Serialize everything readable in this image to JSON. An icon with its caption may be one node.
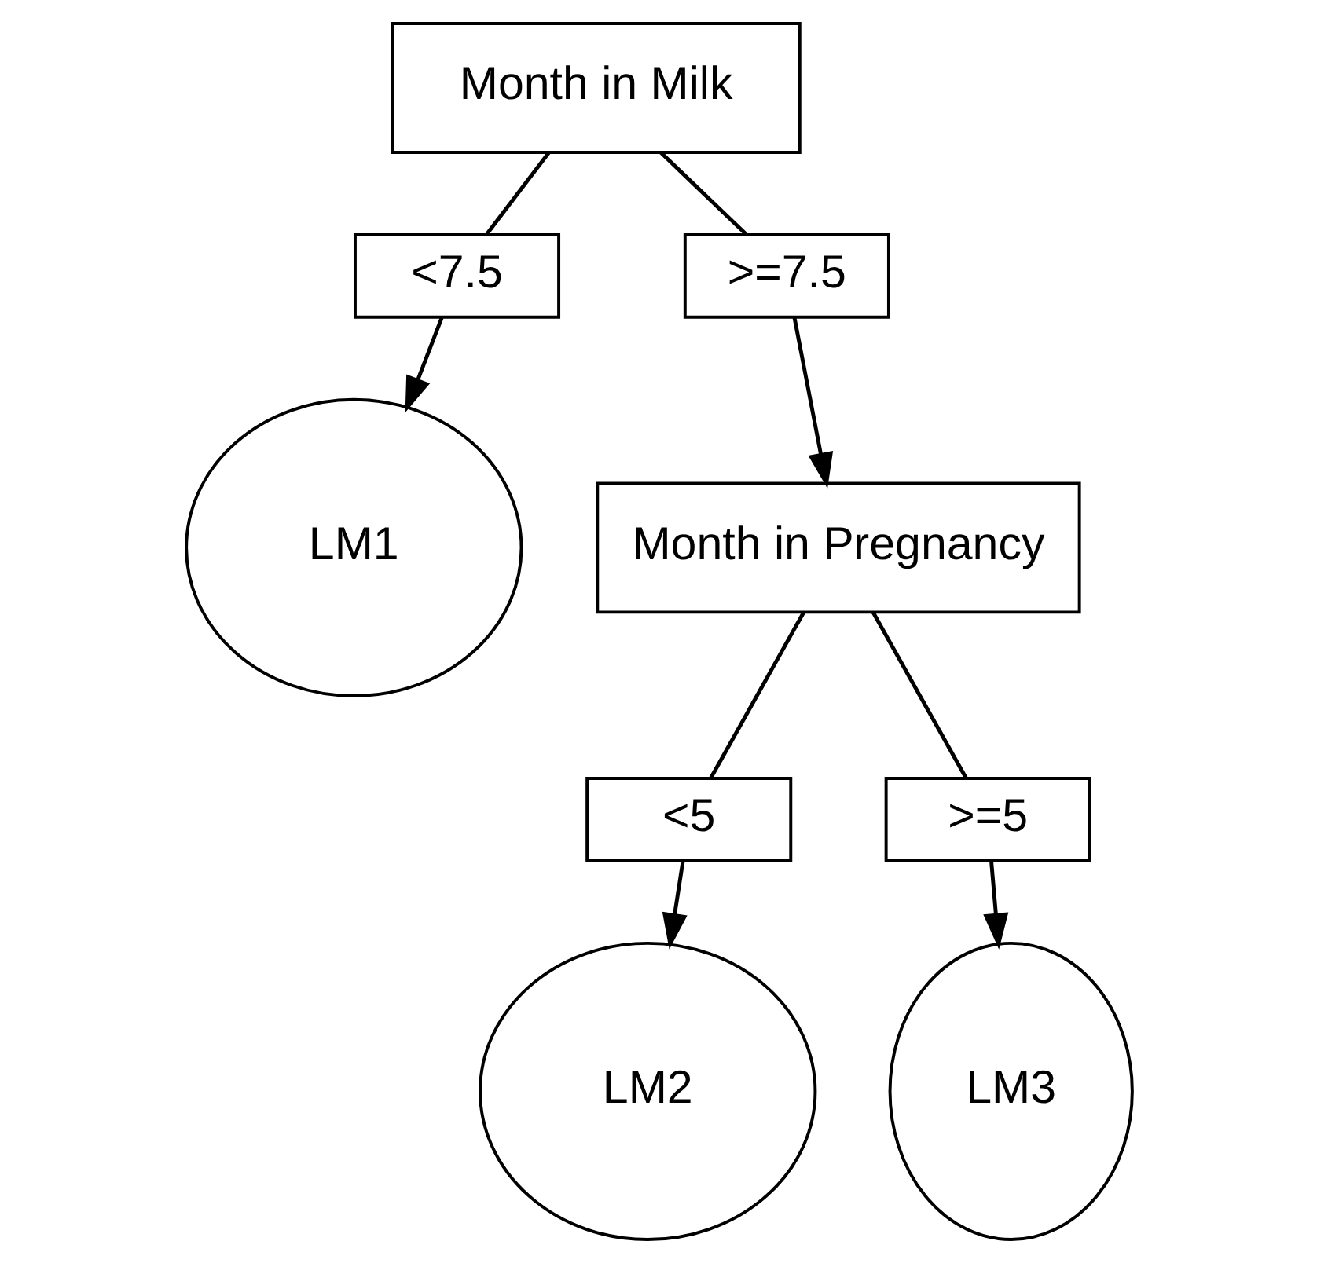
{
  "diagram": {
    "nodes": [
      {
        "text": [
          "Month in Milk"
        ]
      },
      {
        "text": [
          "<7.5"
        ]
      },
      {
        "text": [
          ">=7.5"
        ]
      },
      {
        "text": [
          "LM1"
        ]
      },
      {
        "text": [
          "Month in Pregnancy"
        ]
      },
      {
        "text": [
          "<5"
        ]
      },
      {
        "text": [
          ">=5"
        ]
      },
      {
        "text": [
          "LM2"
        ]
      },
      {
        "text": [
          "LM3"
        ]
      }
    ],
    "edges": [
      {
        "from": 0,
        "to": 1,
        "arrow": "none"
      },
      {
        "from": 0,
        "to": 2,
        "arrow": "none"
      },
      {
        "from": 1,
        "to": 3,
        "arrow": "to"
      },
      {
        "from": 2,
        "to": 4,
        "arrow": "to"
      },
      {
        "from": 4,
        "to": 5,
        "arrow": "none"
      },
      {
        "from": 4,
        "to": 6,
        "arrow": "none"
      },
      {
        "from": 5,
        "to": 7,
        "arrow": "to"
      },
      {
        "from": 6,
        "to": 8,
        "arrow": "to"
      }
    ]
  }
}
